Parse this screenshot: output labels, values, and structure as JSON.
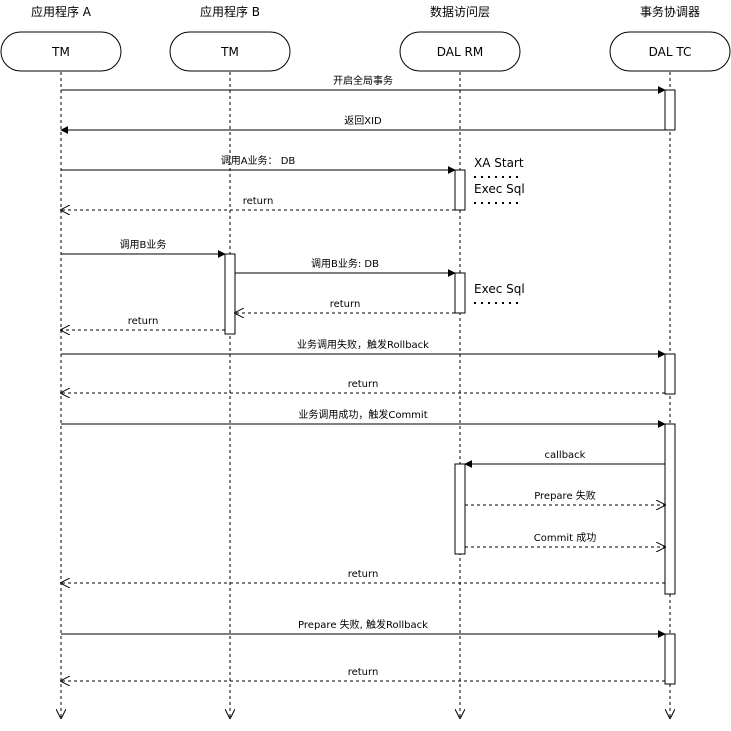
{
  "participants": [
    {
      "title": "应用程序 A",
      "box": "TM"
    },
    {
      "title": "应用程序 B",
      "box": "TM"
    },
    {
      "title": "数据访问层",
      "box": "DAL RM"
    },
    {
      "title": "事务协调器",
      "box": "DAL TC"
    }
  ],
  "messages": [
    {
      "label": "开启全局事务"
    },
    {
      "label": "返回XID"
    },
    {
      "label": "调用A业务：  DB"
    },
    {
      "label": "return"
    },
    {
      "label": "调用B业务"
    },
    {
      "label": "调用B业务: DB"
    },
    {
      "label": "return"
    },
    {
      "label": "return"
    },
    {
      "label": "业务调用失败，触发Rollback"
    },
    {
      "label": "return"
    },
    {
      "label": "业务调用成功，触发Commit"
    },
    {
      "label": "callback"
    },
    {
      "label": "Prepare 失败"
    },
    {
      "label": "Commit 成功"
    },
    {
      "label": "return"
    },
    {
      "label": "Prepare 失败, 触发Rollback"
    },
    {
      "label": "return"
    }
  ],
  "notes": [
    {
      "text": "XA Start"
    },
    {
      "text": "Exec Sql"
    },
    {
      "text": "Exec Sql"
    }
  ]
}
